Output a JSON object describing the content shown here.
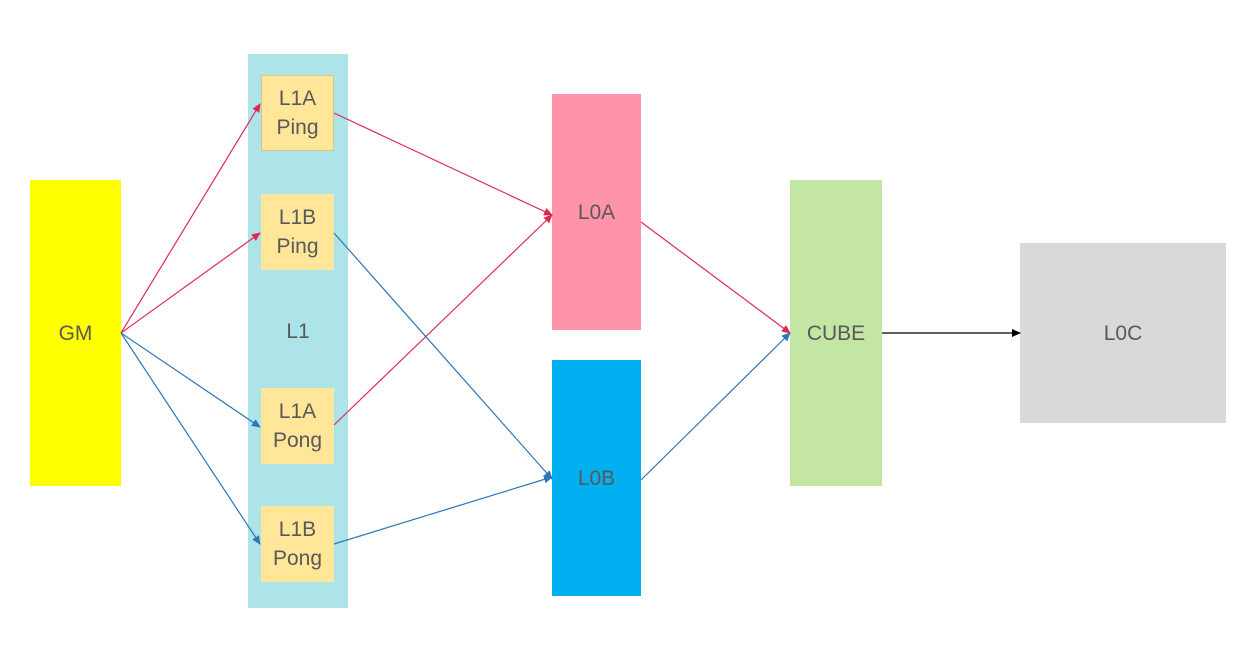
{
  "colors": {
    "gm": "#ffff00",
    "l1": "#ade4ea",
    "buffer": "#ffe699",
    "l0a": "#ff93a9",
    "l0b": "#00b0f0",
    "cube": "#c3e6a5",
    "l0c": "#d9d9d9",
    "edge_a": "#e0294f",
    "edge_b": "#2e75b6",
    "edge_out": "#000000"
  },
  "nodes": {
    "gm": "GM",
    "l1": "L1",
    "l1a_ping": "L1A\nPing",
    "l1b_ping": "L1B\nPing",
    "l1a_pong": "L1A\nPong",
    "l1b_pong": "L1B\nPong",
    "l0a": "L0A",
    "l0b": "L0B",
    "cube": "CUBE",
    "l0c": "L0C"
  },
  "edges": [
    {
      "from": "GM",
      "to": "L1A Ping",
      "color": "red"
    },
    {
      "from": "GM",
      "to": "L1B Ping",
      "color": "red"
    },
    {
      "from": "GM",
      "to": "L1A Pong",
      "color": "blue"
    },
    {
      "from": "GM",
      "to": "L1B Pong",
      "color": "blue"
    },
    {
      "from": "L1A Ping",
      "to": "L0A",
      "color": "red"
    },
    {
      "from": "L1A Pong",
      "to": "L0A",
      "color": "red"
    },
    {
      "from": "L1B Ping",
      "to": "L0B",
      "color": "blue"
    },
    {
      "from": "L1B Pong",
      "to": "L0B",
      "color": "blue"
    },
    {
      "from": "L0A",
      "to": "CUBE",
      "color": "red"
    },
    {
      "from": "L0B",
      "to": "CUBE",
      "color": "blue"
    },
    {
      "from": "CUBE",
      "to": "L0C",
      "color": "black"
    }
  ]
}
